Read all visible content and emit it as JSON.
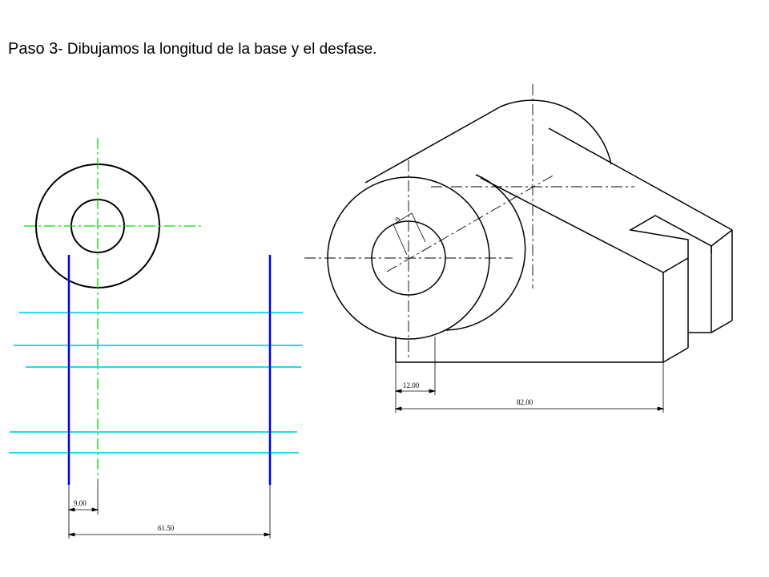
{
  "slide": {
    "title_step": "Paso 3",
    "title_text": "- Dibujamos la longitud de la base y el desfase."
  },
  "left_drawing": {
    "dim_offset": "9.00",
    "dim_length": "61.50",
    "colors": {
      "center_lines": "#00dd00",
      "guides": "#22ddee",
      "verticals": "#0000ee",
      "outline": "#000000"
    }
  },
  "right_drawing": {
    "dim_radius": "9",
    "dim_offset": "12.00",
    "dim_length": "82.00"
  }
}
